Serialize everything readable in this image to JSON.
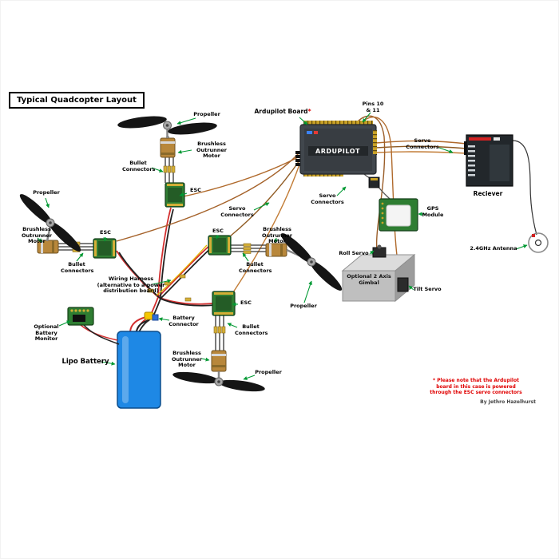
{
  "title": "Typical Quadcopter Layout",
  "labels": {
    "propeller_top": "Propeller",
    "motor_top": "Brushless Outrunner Motor",
    "bullet_top": "Bullet Connectors",
    "esc_top": "ESC",
    "propeller_left": "Propeller",
    "motor_left": "Brushless Outrunner Motor",
    "esc_left": "ESC",
    "bullet_left": "Bullet Connectors",
    "wiring_harness": "Wiring Harness (alternative to a power distribution board)",
    "esc_right": "ESC",
    "motor_right": "Brushless Outrunner Motor",
    "bullet_right": "Bullet Connectors",
    "propeller_right": "Propeller",
    "esc_bottom": "ESC",
    "bullet_bottom": "Bullet Connectors",
    "battery_connector": "Battery Connector",
    "motor_bottom": "Brushless Outrunner Motor",
    "propeller_bottom": "Propeller",
    "lipo_battery": "Lipo Battery",
    "battery_monitor": "Optional Battery Monitor",
    "ardupilot_board": "Ardupilot Board",
    "ardupilot_asterisk": "*",
    "pins": "Pins 10 & 11",
    "servo_connectors_left": "Servo Connectors",
    "servo_connectors_mid": "Servo Connectors",
    "servo_connectors_right": "Serve Connectors",
    "receiver": "Reciever",
    "gps_module": "GPS Module",
    "antenna": "2.4GHz Antenna",
    "roll_servo": "Roll Servo",
    "tilt_servo": "Tilt Servo",
    "gimbal": "Optional 2 Axis Gimbal"
  },
  "board": {
    "brand": "ARDUPILOT"
  },
  "footnote": "* Please note that the Ardupilot board in this case is powered through the ESC servo connectors",
  "credit": "By Jethro Hazelhurst",
  "colors": {
    "arrow_green": "#009933",
    "esc_green": "#2f7d32",
    "battery_blue": "#1e88e5",
    "wire_orange": "#b06a2c",
    "wire_red": "#d32f2f",
    "wire_black": "#222222",
    "board_gray": "#41474d",
    "note_red": "#e00000",
    "gps_green": "#2e7d32",
    "gold": "#c9a227"
  }
}
